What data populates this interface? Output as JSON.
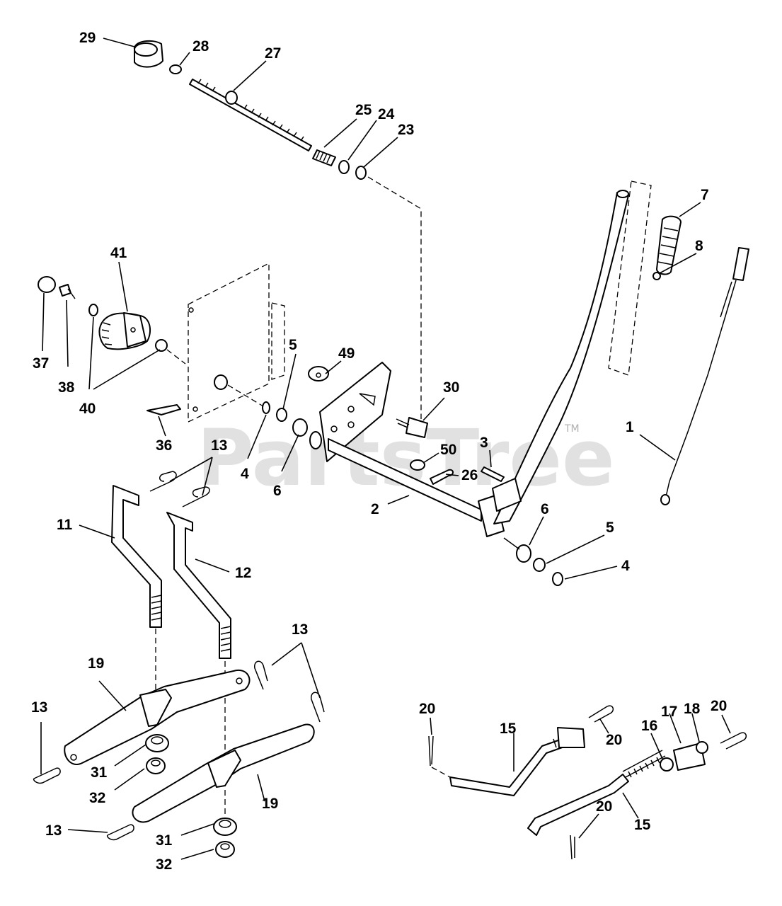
{
  "watermark": {
    "text": "PartsTree",
    "tm": "TM"
  },
  "callouts": {
    "c29": "29",
    "c28": "28",
    "c27": "27",
    "c25": "25",
    "c24": "24",
    "c23": "23",
    "c7": "7",
    "c8": "8",
    "c41": "41",
    "c37": "37",
    "c38": "38",
    "c40": "40",
    "c5a": "5",
    "c49": "49",
    "c30": "30",
    "c1": "1",
    "c36": "36",
    "c13a": "13",
    "c4a": "4",
    "c6a": "6",
    "c50": "50",
    "c3": "3",
    "c26": "26",
    "c2": "2",
    "c6b": "6",
    "c5b": "5",
    "c4b": "4",
    "c11": "11",
    "c12": "12",
    "c13b": "13",
    "c19a": "19",
    "c13c": "13",
    "c31a": "31",
    "c32a": "32",
    "c19b": "19",
    "c13d": "13",
    "c31b": "31",
    "c32b": "32",
    "c20a": "20",
    "c15a": "15",
    "c20b": "20",
    "c16": "16",
    "c17": "17",
    "c18": "18",
    "c20c": "20",
    "c20d": "20",
    "c15b": "15"
  }
}
